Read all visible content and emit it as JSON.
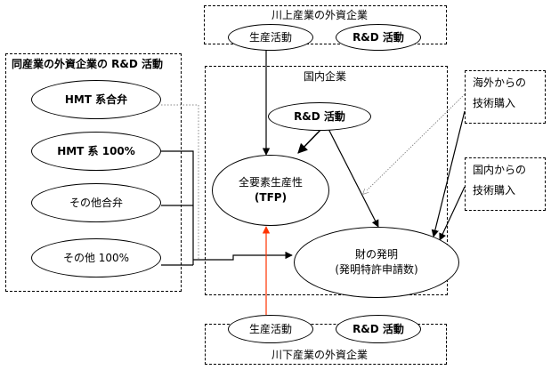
{
  "upstream": {
    "title": "川上産業の外資企業",
    "activity_production": "生産活動",
    "activity_rd": "R&D 活動"
  },
  "same_industry": {
    "title": "同産業の外資企業の R&D 活動",
    "items": [
      "HMT 系合弁",
      "HMT 系 100%",
      "その他合弁",
      "その他 100%"
    ]
  },
  "domestic": {
    "title": "国内企業",
    "rd": "R&D 活動",
    "tfp_line1": "全要素生産性",
    "tfp_line2": "(TFP)",
    "invention_line1": "財の発明",
    "invention_line2": "(発明特許申請数)"
  },
  "foreign_tech": {
    "line1": "海外からの",
    "line2": "技術購入"
  },
  "domestic_tech": {
    "line1": "国内からの",
    "line2": "技術購入"
  },
  "downstream": {
    "title": "川下産業の外資企業",
    "activity_production": "生産活動",
    "activity_rd": "R&D 活動"
  },
  "colors": {
    "stroke": "#000000",
    "highlight_arrow": "#ff3300",
    "dotted_line": "#888888"
  }
}
